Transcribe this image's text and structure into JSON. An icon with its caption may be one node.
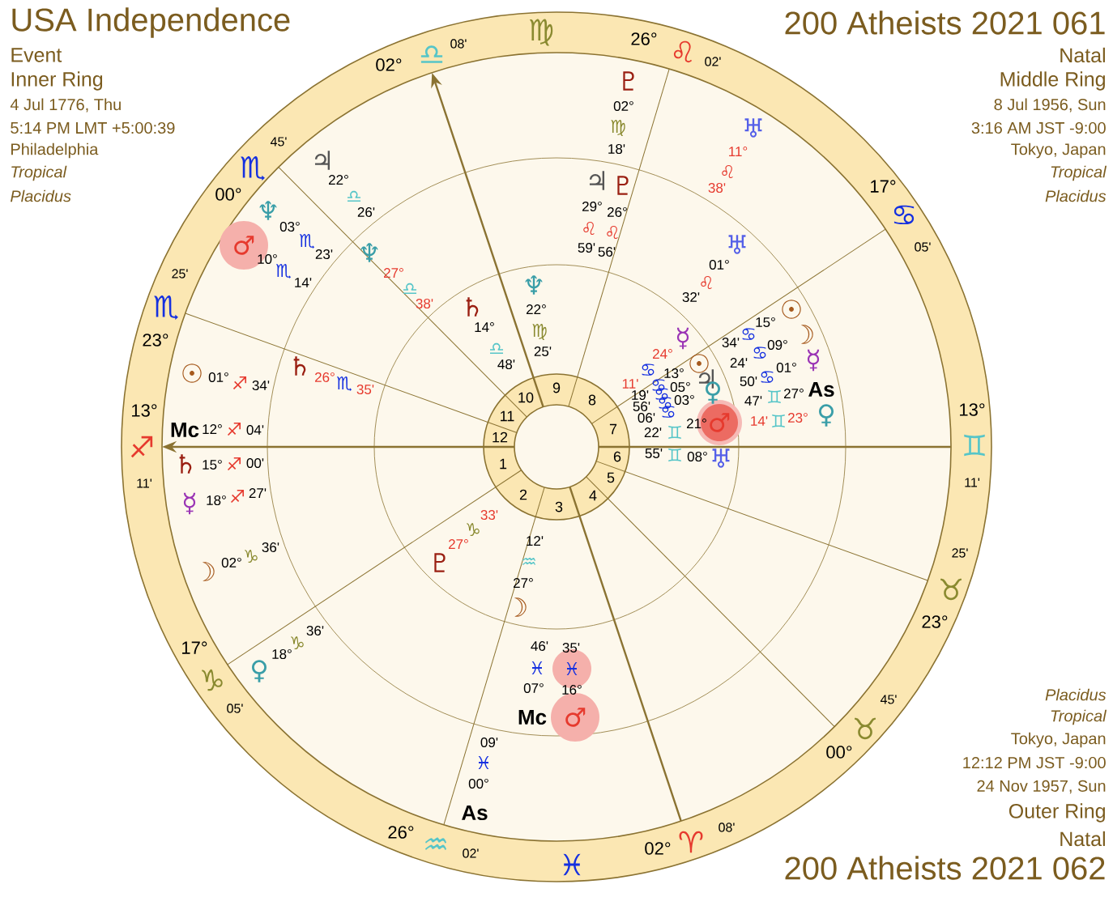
{
  "diagram": {
    "labels": [
      "USA Independence",
      "Event",
      "Inner Ring",
      "4 Jul 1776, Thu",
      "5:14 PM LMT +5:00:39",
      "Philadelphia",
      "Tropical",
      "Placidus",
      "200 Atheists 2021 061",
      "Natal",
      "Middle Ring",
      "8 Jul 1956, Sun",
      "3:16 AM JST -9:00",
      "Tokyo, Japan",
      "Tropical",
      "Placidus",
      "45'",
      "♏",
      "00°",
      "25'",
      "♏",
      "23°",
      "13°",
      "♐",
      "11'",
      "17°",
      "♑",
      "05'",
      "26°",
      "♒",
      "02'",
      "♓",
      "02°",
      "♈",
      "08'",
      "45'",
      "♉",
      "00°",
      "25'",
      "♉",
      "23°",
      "13°",
      "♊",
      "11'",
      "17°",
      "♋",
      "05'",
      "26°",
      "♌",
      "02'",
      "♍",
      "02°",
      "♎",
      "08'",
      "1",
      "2",
      "3",
      "4",
      "5",
      "6",
      "7",
      "8",
      "9",
      "10",
      "11",
      "12",
      "♆",
      "22°",
      "♍",
      "25'",
      "♄",
      "14°",
      "♎",
      "48'",
      "☿",
      "24°",
      "☉",
      "♃",
      "♀",
      "♂",
      "♋",
      "11'",
      "13°",
      "05°",
      "03°",
      "♋",
      "♋",
      "♋",
      "♋",
      "19'",
      "56'",
      "06'",
      "21°",
      "22'",
      "♊",
      "55'",
      "♊",
      "08°",
      "♅",
      "33'",
      "♑",
      "27°",
      "♇",
      "12'",
      "♒",
      "27°",
      "☽",
      "♃",
      "♇",
      "29°",
      "26°",
      "♌",
      "♌",
      "59'",
      "56'",
      "♅",
      "01°",
      "♌",
      "32'",
      "♆",
      "27°",
      "♎",
      "38'",
      "♄",
      "26°",
      "♏",
      "35'",
      "34'",
      "♋",
      "15°",
      "☉",
      "24'",
      "♋",
      "09°",
      "☽",
      "50'",
      "♋",
      "01°",
      "☿",
      "47'",
      "♊",
      "27°",
      "As",
      "14'",
      "♊",
      "23°",
      "♀",
      "♇",
      "02°",
      "♍",
      "18'",
      "♅",
      "11°",
      "♌",
      "38'",
      "♃",
      "22°",
      "♎",
      "26'",
      "♆",
      "03°",
      "♏",
      "23'",
      "♂",
      "10°",
      "♏",
      "14'",
      "☉",
      "01°",
      "♐",
      "34'",
      "Mc",
      "12°",
      "♐",
      "04'",
      "♄",
      "15°",
      "♐",
      "00'",
      "☿",
      "18°",
      "♐",
      "27'",
      "☽",
      "02°",
      "♑",
      "36'",
      "♀",
      "18°",
      "♑",
      "36'",
      "46'",
      "♓",
      "07°",
      "35'",
      "♓",
      "16°",
      "Mc",
      "♂",
      "09'",
      "♓",
      "00°",
      "As",
      "Placidus",
      "Tropical",
      "Tokyo, Japan",
      "12:12 PM JST -9:00",
      "24 Nov 1957, Sun",
      "Outer Ring",
      "Natal",
      "200 Atheists 2021 062"
    ]
  }
}
